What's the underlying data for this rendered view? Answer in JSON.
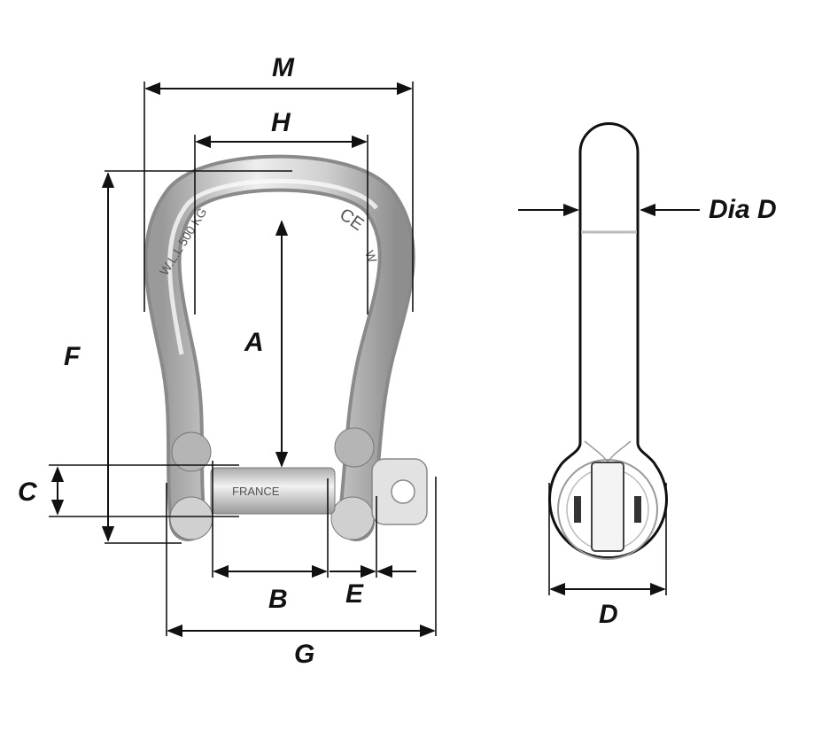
{
  "labels": {
    "M": "M",
    "H": "H",
    "F": "F",
    "A": "A",
    "C": "C",
    "B": "B",
    "E": "E",
    "G": "G",
    "D": "D",
    "dia_d": "Dia D"
  },
  "engraving": {
    "load": "W.L.L 500 KG",
    "ce": "CE",
    "mark": "W",
    "origin": "FRANCE"
  },
  "colors": {
    "line": "#111111",
    "steel": "#c8c8c8"
  }
}
